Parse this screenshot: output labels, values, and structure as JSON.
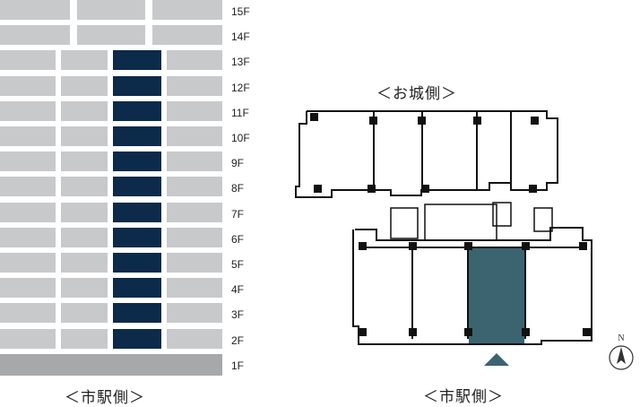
{
  "floor_stack": {
    "floors": [
      {
        "label": "15F",
        "selected": false,
        "cells": 3
      },
      {
        "label": "14F",
        "selected": false,
        "cells": 3
      },
      {
        "label": "13F",
        "selected": true,
        "cells": 4
      },
      {
        "label": "12F",
        "selected": true,
        "cells": 4
      },
      {
        "label": "11F",
        "selected": true,
        "cells": 4
      },
      {
        "label": "10F",
        "selected": true,
        "cells": 4
      },
      {
        "label": "9F",
        "selected": true,
        "cells": 4
      },
      {
        "label": "8F",
        "selected": true,
        "cells": 4
      },
      {
        "label": "7F",
        "selected": true,
        "cells": 4
      },
      {
        "label": "6F",
        "selected": true,
        "cells": 4
      },
      {
        "label": "5F",
        "selected": true,
        "cells": 4
      },
      {
        "label": "4F",
        "selected": true,
        "cells": 4
      },
      {
        "label": "3F",
        "selected": true,
        "cells": 4
      },
      {
        "label": "2F",
        "selected": true,
        "cells": 4
      },
      {
        "label": "1F",
        "selected": false,
        "cells": 0
      }
    ],
    "caption": "＜市駅側＞"
  },
  "floor_plan": {
    "top_caption": "＜お城側＞",
    "bottom_caption": "＜市駅側＞",
    "highlight_color": "#3c6470",
    "compass_label": "N"
  },
  "colors": {
    "unit_default": "#c8c9cb",
    "unit_selected": "#0c2a4a",
    "ground_floor": "#a6a8a9"
  }
}
